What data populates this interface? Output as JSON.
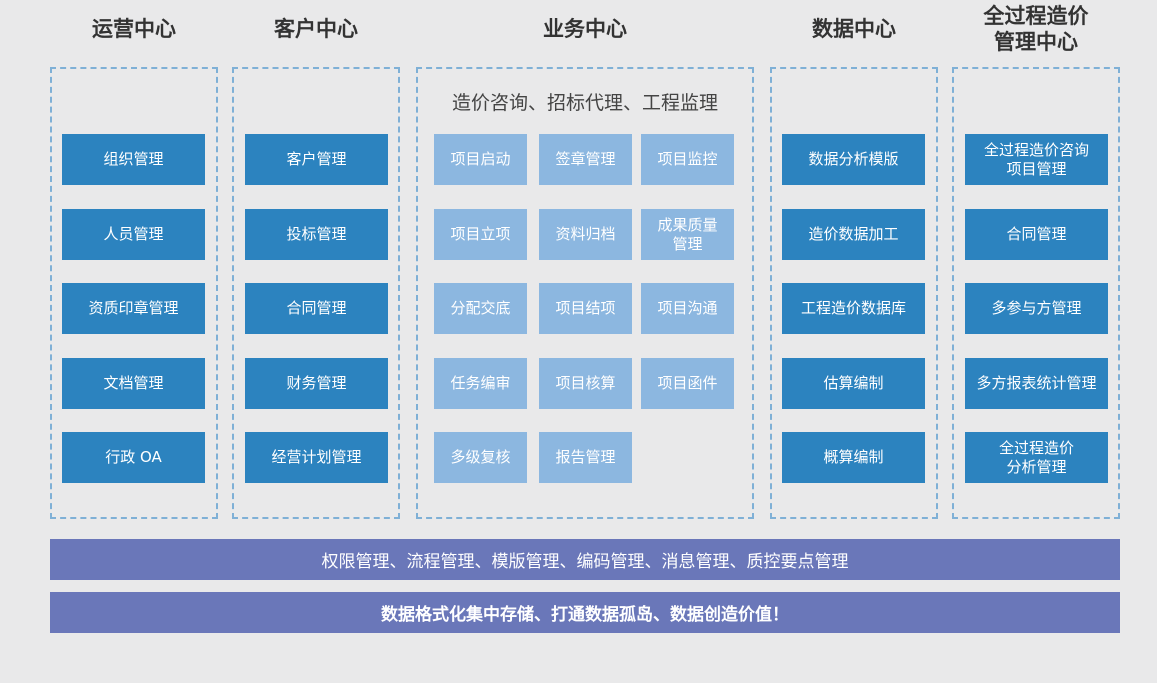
{
  "columns": {
    "ops": {
      "title": "运营中心",
      "items": [
        "组织管理",
        "人员管理",
        "资质印章管理",
        "文档管理",
        "行政 OA"
      ]
    },
    "customer": {
      "title": "客户中心",
      "items": [
        "客户管理",
        "投标管理",
        "合同管理",
        "财务管理",
        "经营计划管理"
      ]
    },
    "business": {
      "title": "业务中心",
      "subtitle": "造价咨询、招标代理、工程监理",
      "items": [
        "项目启动",
        "签章管理",
        "项目监控",
        "项目立项",
        "资料归档",
        "成果质量",
        "管理",
        "分配交底",
        "项目结项",
        "项目沟通",
        "任务编审",
        "项目核算",
        "项目函件",
        "多级复核",
        "报告管理"
      ]
    },
    "data": {
      "title": "数据中心",
      "items": [
        "数据分析模版",
        "造价数据加工",
        "工程造价数据库",
        "估算编制",
        "概算编制"
      ]
    },
    "cost": {
      "title_line1": "全过程造价",
      "title_line2": "管理中心",
      "items": [
        "全过程造价咨询",
        "项目管理",
        "合同管理",
        "多参与方管理",
        "多方报表统计管理",
        "全过程造价",
        "分析管理"
      ]
    }
  },
  "bars": {
    "management": "权限管理、流程管理、模版管理、编码管理、消息管理、质控要点管理",
    "slogan": "数据格式化集中存储、打通数据孤岛、数据创造价值！"
  },
  "colors": {
    "dark_box": "#2c83bf",
    "light_box": "#8cb7e0",
    "bar": "#6a77b9",
    "dash": "#7fb0d6",
    "background": "#e9e9ea"
  }
}
